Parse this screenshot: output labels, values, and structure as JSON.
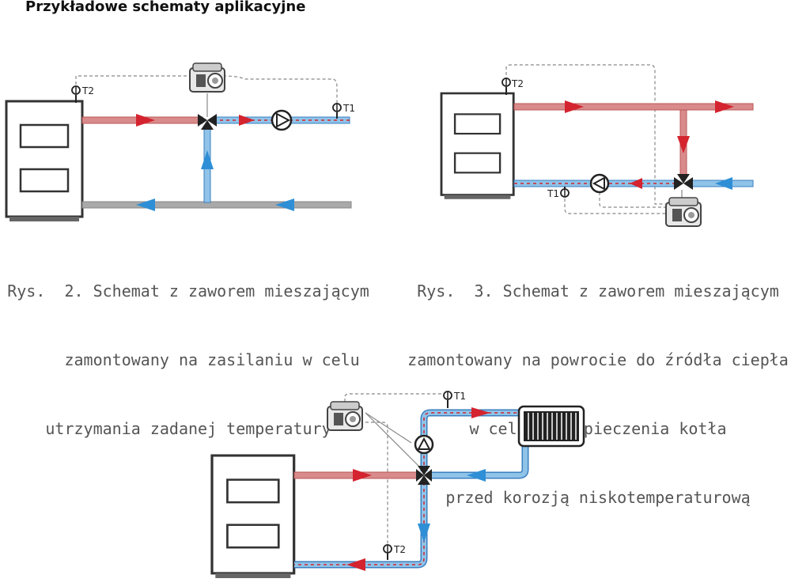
{
  "title": "Przykładowe schematy aplikacyjne",
  "figure2": {
    "caption_lines": [
      "Rys.  2. Schemat z zaworem mieszającym",
      "     zamontowany na zasilaniu w celu",
      "utrzymania zadanej temperatury"
    ],
    "sensor_t1": "T1",
    "sensor_t2": "T2"
  },
  "figure3": {
    "caption_lines": [
      "Rys.  3. Schemat z zaworem mieszającym",
      "zamontowany na powrocie do źródła ciepła",
      "w celu zabezpieczenia kotła",
      "przed korozją niskotemperaturową"
    ],
    "sensor_t1": "T1",
    "sensor_t2": "T2"
  },
  "figure4": {
    "sensor_t1": "T1",
    "sensor_t2": "T2"
  },
  "colors": {
    "hot": "#d4242f",
    "cold": "#2f8fd6",
    "neutral": "#9a9a9a",
    "pipe_hot_fill": "#d98b8b",
    "pipe_cold_fill": "#8fc3e8"
  }
}
